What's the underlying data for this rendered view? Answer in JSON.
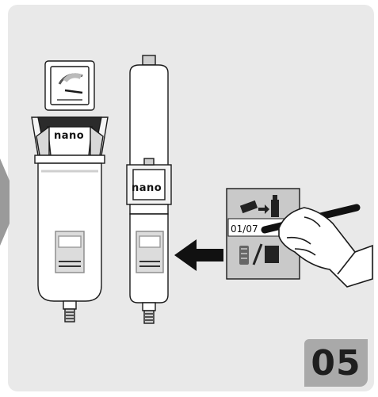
{
  "step": {
    "number": "05"
  },
  "filters": {
    "brand": "nano"
  },
  "label_card": {
    "date_text": "01/07"
  },
  "colors": {
    "panel": "#e9e9e9",
    "badge": "#a9a9a9",
    "card": "#c9c9c9",
    "outline": "#1a1a1a"
  },
  "icons": [
    "pressure-gauge-icon",
    "filter-element-icon",
    "hand-with-pen-icon",
    "left-arrow-icon"
  ]
}
